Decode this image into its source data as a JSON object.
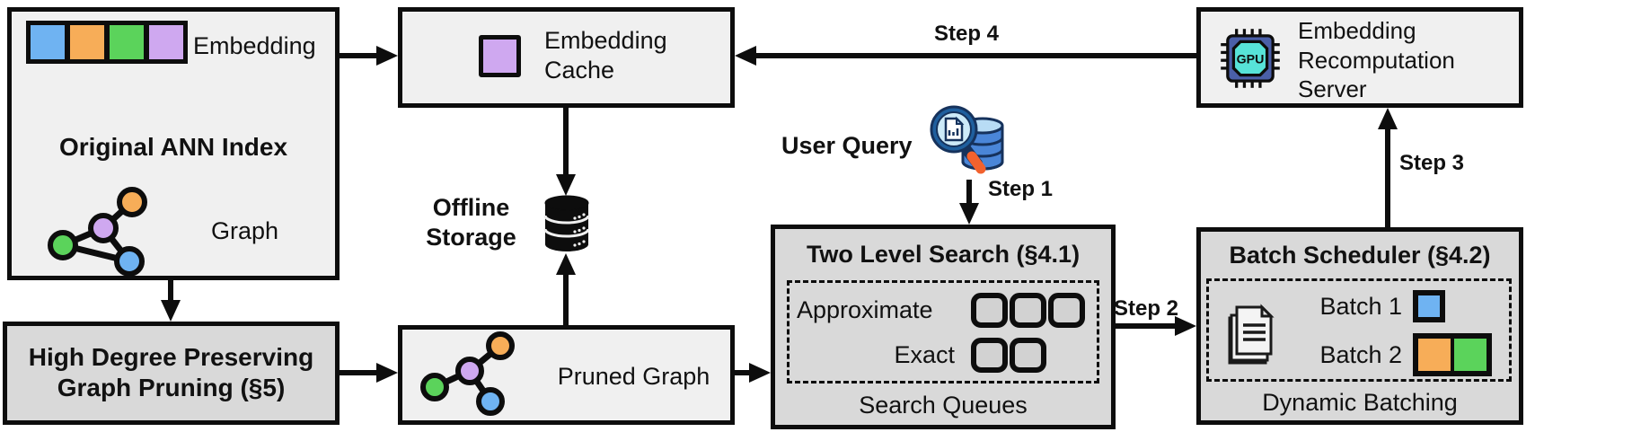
{
  "diagram": {
    "original_index": {
      "title": "Original ANN Index",
      "embedding_label": "Embedding",
      "graph_label": "Graph"
    },
    "embedding_cache": {
      "label": "Embedding Cache"
    },
    "offline_storage": {
      "label": "Offline Storage"
    },
    "high_degree_pruning": {
      "label": "High Degree Preserving Graph Pruning (§5)"
    },
    "pruned_graph": {
      "label": "Pruned Graph"
    },
    "user_query": {
      "label": "User Query"
    },
    "two_level_search": {
      "title": "Two Level Search (§4.1)",
      "rows": [
        {
          "label": "Approximate",
          "slots": 3
        },
        {
          "label": "Exact",
          "slots": 2
        }
      ],
      "footer": "Search Queues"
    },
    "batch_scheduler": {
      "title": "Batch Scheduler (§4.2)",
      "batches": [
        {
          "label": "Batch 1",
          "colors": [
            "blue"
          ]
        },
        {
          "label": "Batch 2",
          "colors": [
            "orange",
            "green"
          ]
        }
      ],
      "footer": "Dynamic Batching"
    },
    "recompute_server": {
      "label": "Embedding Recomputation Server",
      "chip_label": "GPU"
    },
    "steps": {
      "step1": "Step 1",
      "step2": "Step 2",
      "step3": "Step 3",
      "step4": "Step 4"
    },
    "icons": [
      "embedding-vector-icon",
      "graph-icon",
      "cache-entry-icon",
      "database-icon",
      "magnifier-query-icon",
      "gpu-chip-icon",
      "document-stack-icon"
    ],
    "colors": {
      "blue": "#6fb3f2",
      "orange": "#f7ad58",
      "green": "#5bd35b",
      "purple": "#cfa8f0",
      "light_box": "#f0f0f0",
      "dark_box": "#d9d9d9",
      "chip_navy": "#4a5fa8",
      "chip_cyan": "#57e3d8",
      "handle_orange": "#f2622e",
      "db_blue": "#4a86d8",
      "db_blue_light": "#b8dcf5",
      "lens_blue": "#cdeaf8",
      "rim_blue": "#1f5f9e"
    }
  }
}
